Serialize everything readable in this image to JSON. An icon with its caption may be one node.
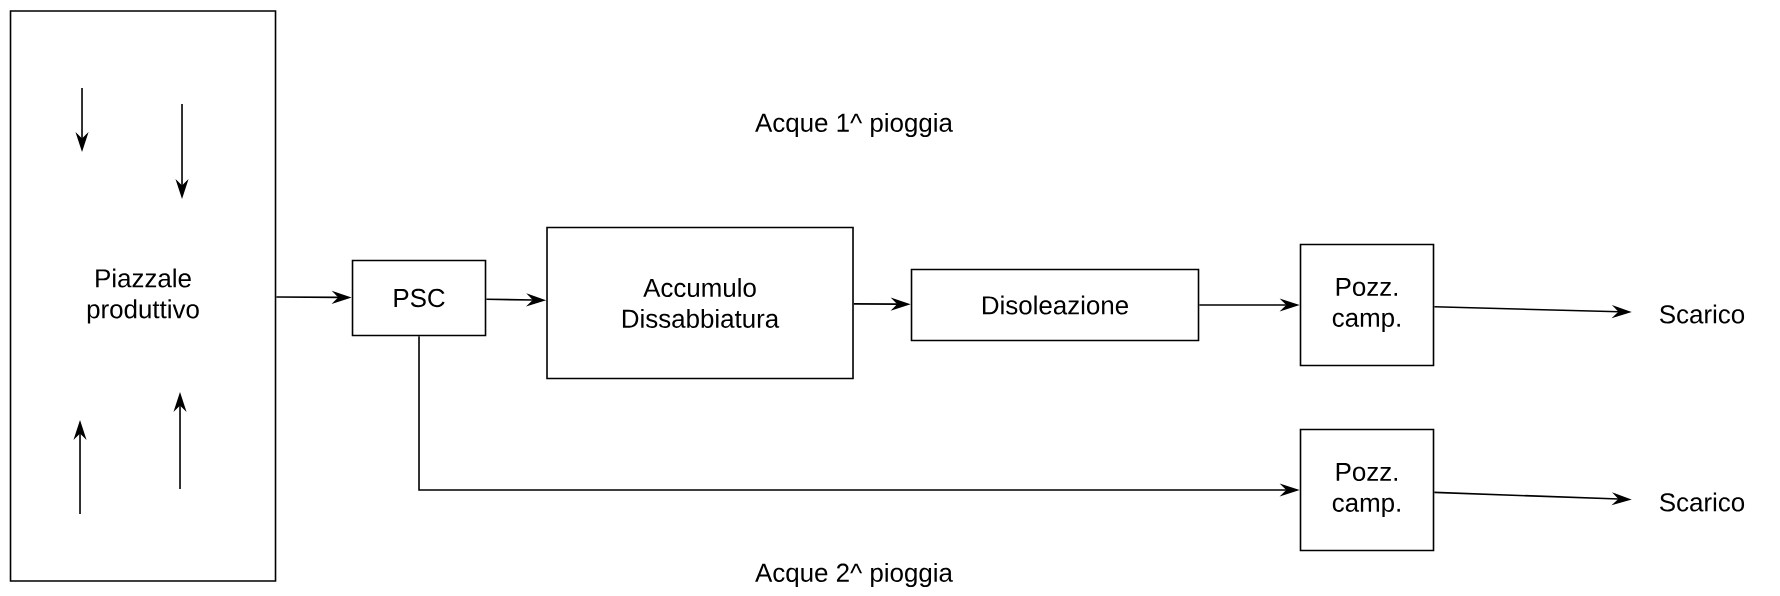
{
  "diagram": {
    "nodes": [
      {
        "text": [
          "Piazzale produttivo"
        ]
      },
      {
        "text": [
          "PSC"
        ]
      },
      {
        "text": [
          "Accumulo Dissabbiatura"
        ]
      },
      {
        "text": [
          "Disoleazione"
        ]
      },
      {
        "text": [
          "Pozz. camp."
        ]
      },
      {
        "text": [
          "Scarico"
        ]
      },
      {
        "text": [
          "Pozz. camp."
        ]
      },
      {
        "text": [
          "Scarico"
        ]
      }
    ],
    "edges": [
      {
        "from": 0,
        "to": 1,
        "arrow": "to"
      },
      {
        "from": 1,
        "to": 2,
        "arrow": "to"
      },
      {
        "from": 2,
        "to": 3,
        "arrow": "to"
      },
      {
        "from": 3,
        "to": 4,
        "arrow": "to"
      },
      {
        "from": 4,
        "to": 5,
        "arrow": "to"
      },
      {
        "from": 1,
        "to": 6,
        "arrow": "to"
      },
      {
        "from": 6,
        "to": 7,
        "arrow": "to"
      }
    ],
    "labels": [
      "Acque 1^ pioggia",
      "Acque 2^ pioggia"
    ]
  }
}
